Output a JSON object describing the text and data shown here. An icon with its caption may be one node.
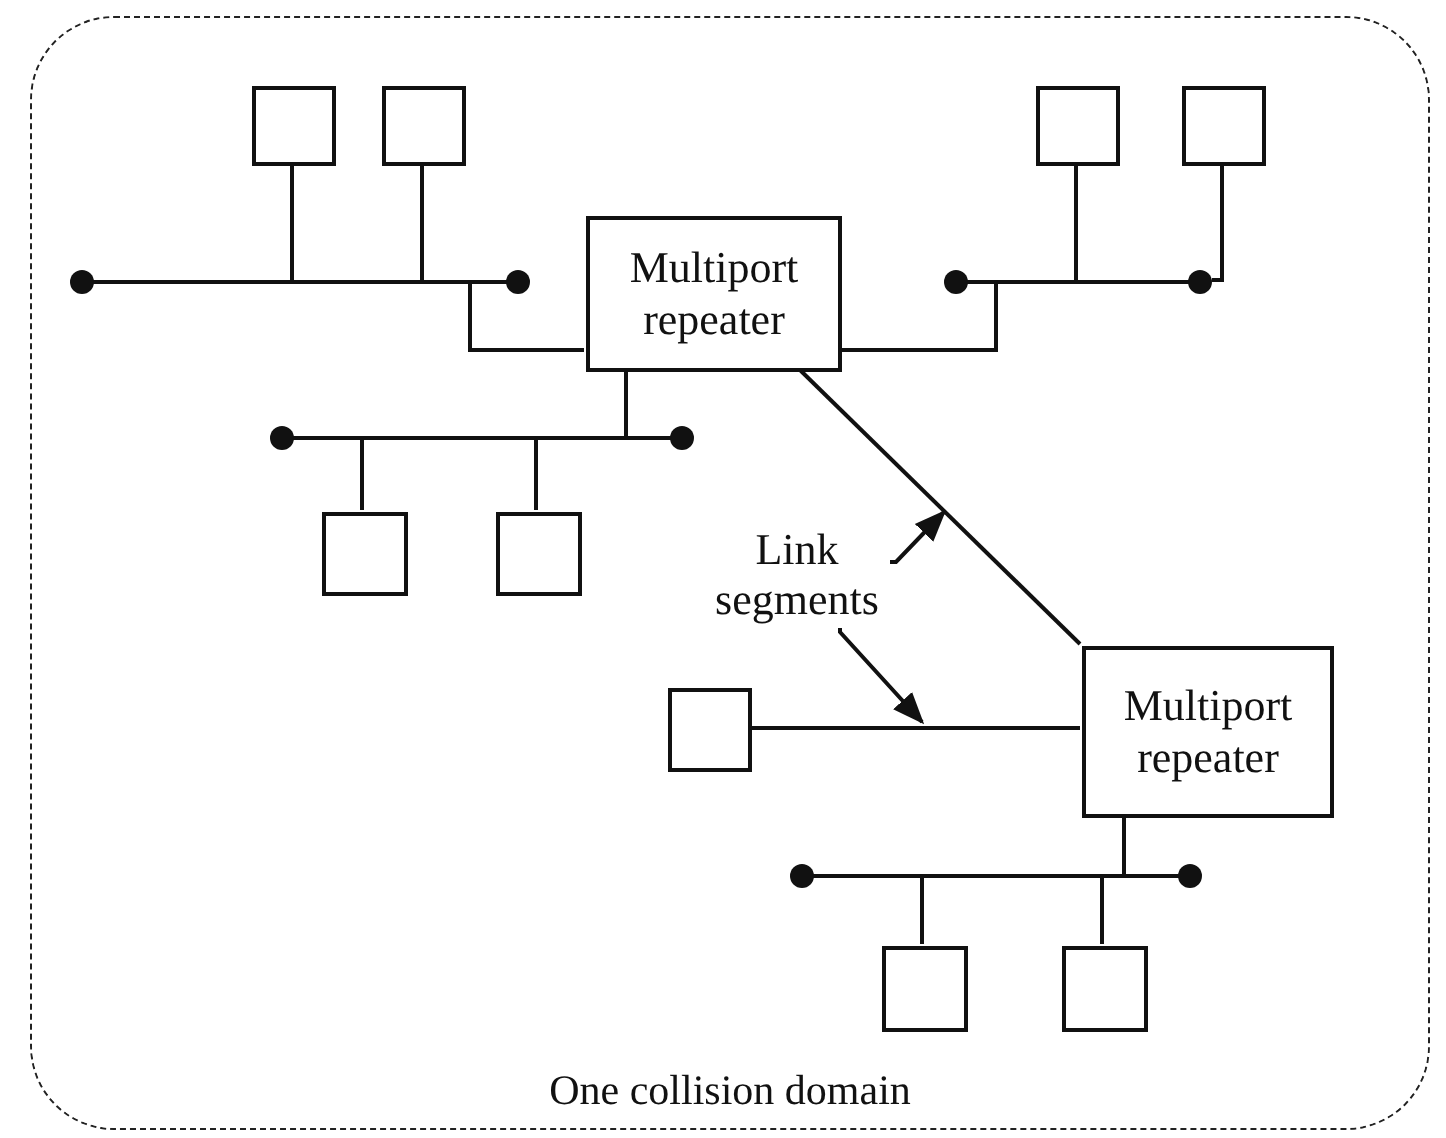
{
  "diagram": {
    "nodes": [
      {
        "text": [
          "One collision domain"
        ]
      },
      {
        "text": [],
        "shape": "box",
        "in": 0
      },
      {
        "text": [],
        "shape": "box",
        "in": 0
      },
      {
        "text": [],
        "shape": "box",
        "in": 0
      },
      {
        "text": [],
        "shape": "box",
        "in": 0
      },
      {
        "text": [],
        "shape": "bar",
        "in": 0
      },
      {
        "text": [],
        "shape": "bar",
        "in": 0
      },
      {
        "text": [
          "Multiport repeater"
        ],
        "in": 0
      },
      {
        "text": [],
        "shape": "bar",
        "in": 0
      },
      {
        "text": [],
        "shape": "box",
        "in": 0
      },
      {
        "text": [],
        "shape": "box",
        "in": 0
      },
      {
        "text": [
          "Link segments"
        ],
        "in": 0
      },
      {
        "text": [],
        "shape": "box",
        "in": 0
      },
      {
        "text": [
          "Multiport repeater"
        ],
        "in": 0
      },
      {
        "text": [],
        "shape": "bar",
        "in": 0
      },
      {
        "text": [],
        "shape": "box",
        "in": 0
      },
      {
        "text": [],
        "shape": "box",
        "in": 0
      }
    ],
    "edges": [
      {
        "from": 1,
        "to": 5,
        "arrow": "none"
      },
      {
        "from": 2,
        "to": 5,
        "arrow": "none"
      },
      {
        "from": 3,
        "to": 6,
        "arrow": "none"
      },
      {
        "from": 4,
        "to": 6,
        "arrow": "none"
      },
      {
        "from": 5,
        "to": 7,
        "arrow": "none"
      },
      {
        "from": 6,
        "to": 7,
        "arrow": "none"
      },
      {
        "from": 8,
        "to": 7,
        "arrow": "none"
      },
      {
        "from": 9,
        "to": 8,
        "arrow": "none"
      },
      {
        "from": 10,
        "to": 8,
        "arrow": "none"
      },
      {
        "from": 7,
        "to": 13,
        "arrow": "none"
      },
      {
        "from": 12,
        "to": 13,
        "arrow": "none"
      },
      {
        "from": 14,
        "to": 13,
        "arrow": "none"
      },
      {
        "from": 15,
        "to": 14,
        "arrow": "none"
      },
      {
        "from": 16,
        "to": 14,
        "arrow": "none"
      },
      {
        "from": 11,
        "to": null,
        "arrow": "to"
      },
      {
        "from": 11,
        "to": null,
        "arrow": "to"
      }
    ]
  }
}
